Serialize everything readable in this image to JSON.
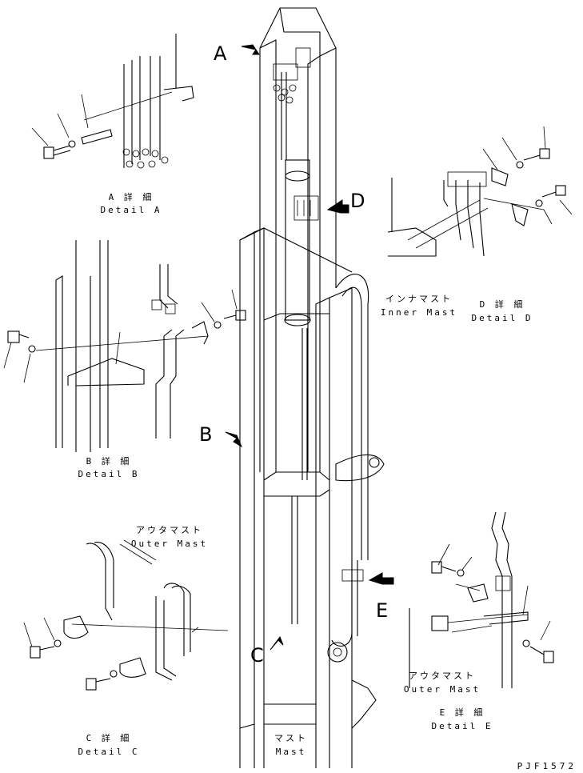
{
  "callouts": {
    "a": "A",
    "b": "B",
    "c": "C",
    "d": "D",
    "e": "E"
  },
  "details": {
    "a": {
      "jp": "A 詳 細",
      "en": "Detail A"
    },
    "b": {
      "jp": "B 詳 細",
      "en": "Detail B"
    },
    "c": {
      "jp": "C 詳 細",
      "en": "Detail C"
    },
    "d": {
      "jp": "D 詳 細",
      "en": "Detail D"
    },
    "e": {
      "jp": "E 詳 細",
      "en": "Detail E"
    }
  },
  "parts": {
    "inner_mast": {
      "jp": "インナマスト",
      "en": "Inner Mast"
    },
    "outer_mast_c": {
      "jp": "アウタマスト",
      "en": "Outer Mast"
    },
    "outer_mast_e": {
      "jp": "アウタマスト",
      "en": "Outer Mast"
    },
    "mast": {
      "jp": "マスト",
      "en": "Mast"
    }
  },
  "drawing_code": "PJF1572"
}
